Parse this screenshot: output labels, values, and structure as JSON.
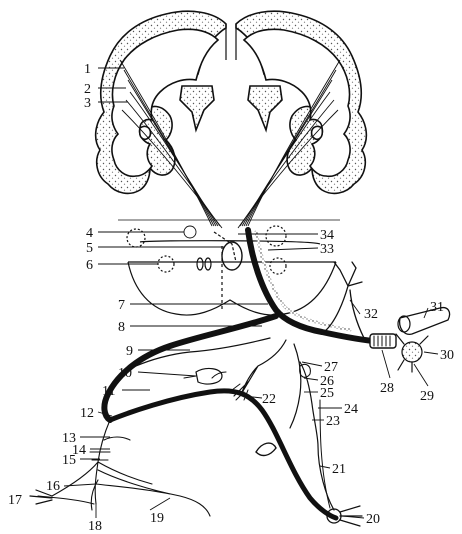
{
  "diagram": {
    "callout_labels": [
      "1",
      "2",
      "3",
      "4",
      "5",
      "6",
      "7",
      "8",
      "9",
      "10",
      "11",
      "12",
      "13",
      "14",
      "15",
      "16",
      "17",
      "18",
      "19",
      "20",
      "21",
      "22",
      "23",
      "24",
      "25",
      "26",
      "27",
      "28",
      "29",
      "30",
      "31",
      "32",
      "33",
      "34"
    ]
  }
}
